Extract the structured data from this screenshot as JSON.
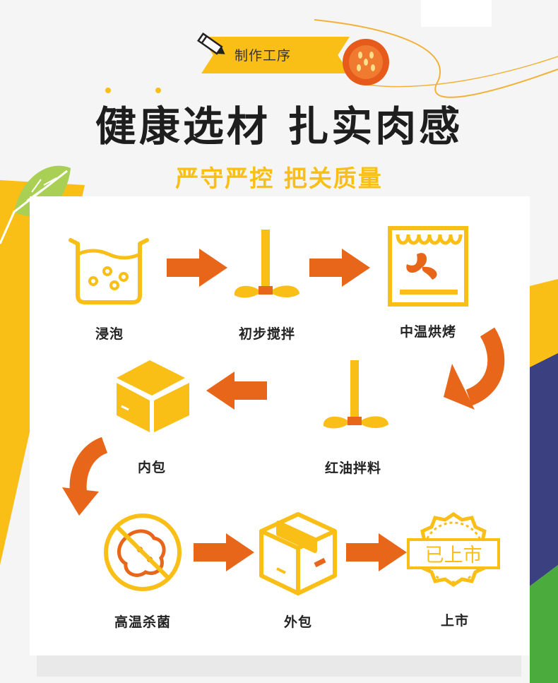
{
  "header": {
    "tag_label": "制作工序",
    "title": "健康选材 扎实肉感",
    "subtitle": "严守严控 把关质量"
  },
  "colors": {
    "accent_yellow": "#f9bf16",
    "arrow_orange": "#e8661a",
    "navy": "#3b4180",
    "green": "#4bab3c",
    "text_dark": "#1e1e1e"
  },
  "steps": [
    {
      "label": "浸泡",
      "icon": "soaking-pot-icon"
    },
    {
      "label": "初步搅拌",
      "icon": "mixer-icon"
    },
    {
      "label": "中温烘烤",
      "icon": "oven-icon"
    },
    {
      "label": "红油拌料",
      "icon": "mixer-icon"
    },
    {
      "label": "内包",
      "icon": "box-icon"
    },
    {
      "label": "高温杀菌",
      "icon": "sterilize-icon"
    },
    {
      "label": "外包",
      "icon": "package-icon"
    },
    {
      "label": "上市",
      "icon": "launch-stamp-icon"
    }
  ],
  "stamp_text": "已上市"
}
